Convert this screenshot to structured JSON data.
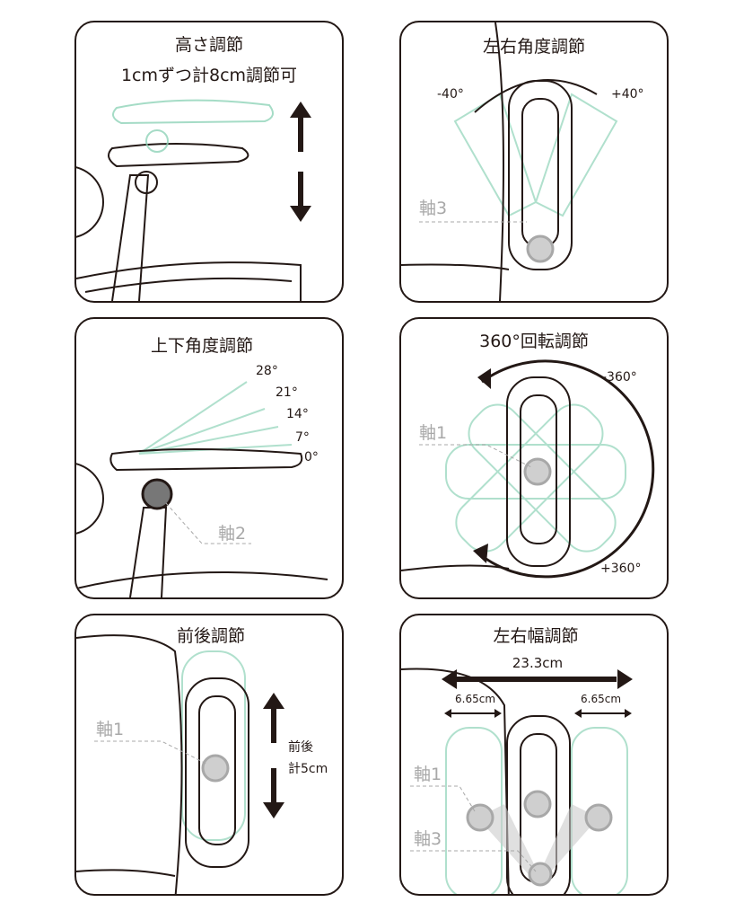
{
  "panels": [
    {
      "title": "高さ調節",
      "subtitle": "1cmずつ計8cm調節可"
    },
    {
      "title": "左右角度調節",
      "left_angle": "-40°",
      "right_angle": "+40°",
      "axis": "軸3"
    },
    {
      "title": "上下角度調節",
      "angles": [
        "28°",
        "21°",
        "14°",
        "7°",
        "0°"
      ],
      "axis": "軸2"
    },
    {
      "title": "360°回転調節",
      "top_angle": "-360°",
      "bottom_angle": "+360°",
      "axis": "軸1"
    },
    {
      "title": "前後調節",
      "range_label_1": "前後",
      "range_label_2": "計5cm",
      "axis": "軸1"
    },
    {
      "title": "左右幅調節",
      "total_width": "23.3cm",
      "left_width": "6.65cm",
      "right_width": "6.65cm",
      "axis_a": "軸1",
      "axis_b": "軸3"
    }
  ],
  "colors": {
    "line": "#231815",
    "accent": "#8fd3b8",
    "axis_gray": "#a8a8a8"
  }
}
